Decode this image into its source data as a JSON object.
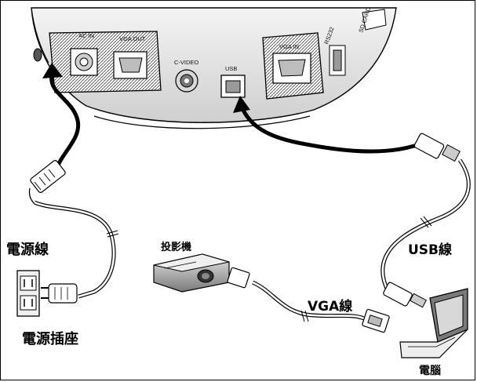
{
  "ports": {
    "ac_in": "AC IN",
    "vga_out": "VGA OUT",
    "c_video": "C-VIDEO",
    "usb": "USB",
    "vga_in": "VGA IN",
    "rs232": "RS232",
    "sd_card": "SD CARD"
  },
  "labels": {
    "power_cable": "電源線",
    "power_outlet": "電源插座",
    "projector": "投影機",
    "vga_cable": "VGA線",
    "usb_cable": "USB線",
    "computer": "電腦"
  }
}
